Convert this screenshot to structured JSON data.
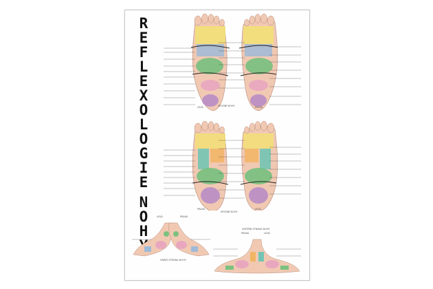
{
  "poster": {
    "title_line1": "REFLEXOLOGIE",
    "title_line2": "NOHY"
  },
  "captions": {
    "top_left": "LEVÁ",
    "top_center": "SPODNÍ NOHY",
    "top_right": "PRAVÁ",
    "mid_left": "PRAVÁ",
    "mid_center": "SPODNÍ NOHY",
    "mid_right": "LEVÁ",
    "bot_left_title_l": "LEVÁ",
    "bot_left_title_r": "PRAVÁ",
    "bot_left_caption": "VNĚJŠÍ STRANA NOHY",
    "bot_right_title": "VNITŘNÍ STRANA NOHY",
    "bot_right_sub_l": "PRAVÁ",
    "bot_right_sub_r": "LEVÁ"
  },
  "colors": {
    "skin": "#f1c9b3",
    "toe_yellow": "#f2e46a",
    "green": "#6fc07a",
    "pink": "#e8a3c0",
    "purple": "#b58ac7",
    "blue": "#8fb7de",
    "orange": "#f2b25a",
    "teal": "#64c4b4"
  }
}
